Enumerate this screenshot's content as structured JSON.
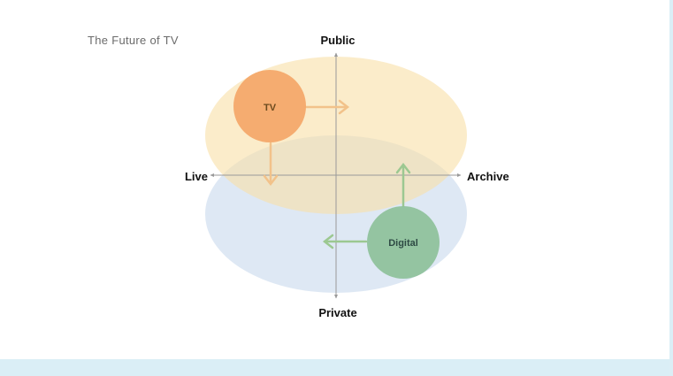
{
  "title": "The Future of TV",
  "axes": {
    "top": "Public",
    "bottom": "Private",
    "left": "Live",
    "right": "Archive"
  },
  "nodes": {
    "tv": {
      "label": "TV",
      "color": "#f4a96a",
      "text_color": "#6b4a1e"
    },
    "digital": {
      "label": "Digital",
      "color": "#8fc29c",
      "text_color": "#2e4a44"
    }
  },
  "colors": {
    "public_region": "#fbe9bf",
    "private_region": "#dce7f3",
    "tv_arrow": "#f2c28a",
    "digital_arrow": "#9cc891",
    "axis": "#999999"
  }
}
